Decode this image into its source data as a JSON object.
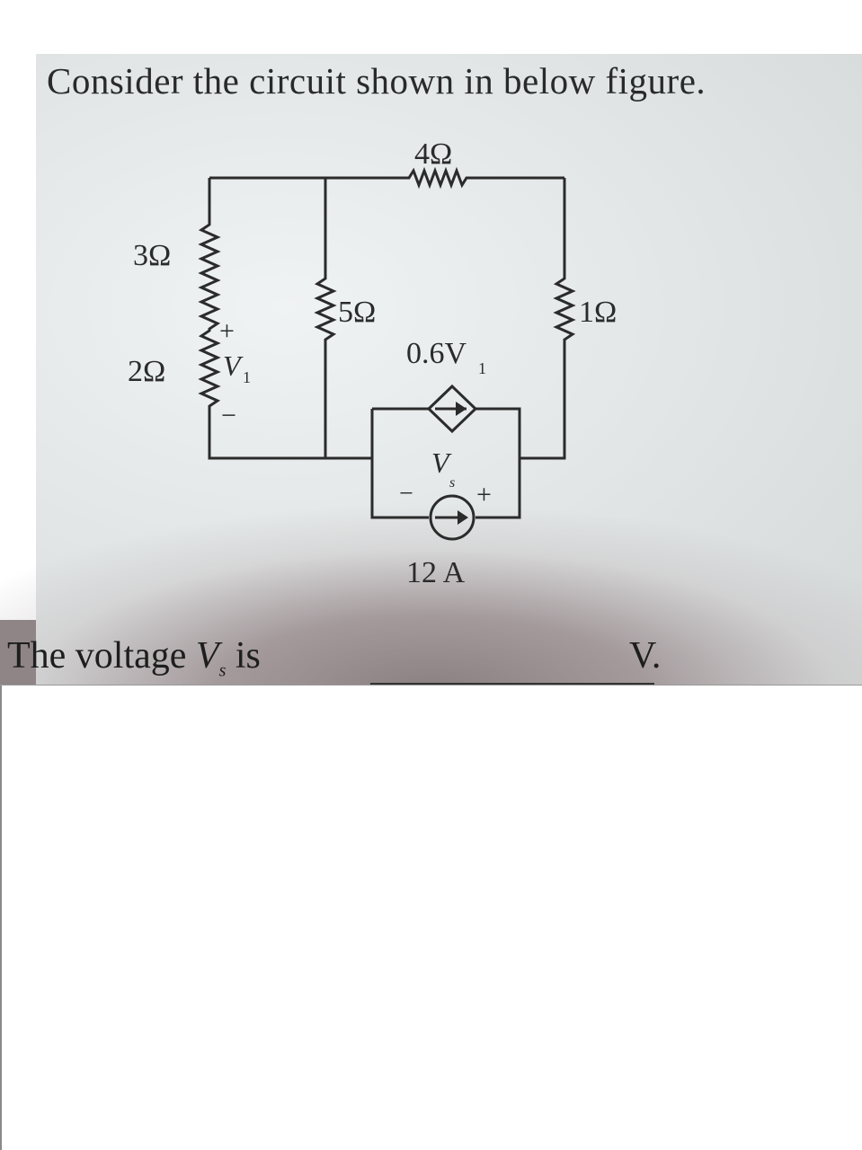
{
  "question": "Consider the circuit shown in below figure.",
  "circuit": {
    "r_top": "4Ω",
    "r_left_upper": "3Ω",
    "r_left_lower": "2Ω",
    "r_middle": "5Ω",
    "r_right": "1Ω",
    "v1_plus": "+",
    "v1_label": "V",
    "v1_sub": "1",
    "v1_minus": "−",
    "dep_source_coeff": "0.6V",
    "dep_source_sub": "1",
    "vs_label": "V",
    "vs_sub": "s",
    "vs_minus": "−",
    "vs_plus": "+",
    "current_source": "12 A"
  },
  "answer": {
    "prefix": "The voltage ",
    "var": "V",
    "var_sub": "s",
    "suffix": " is",
    "unit": "V."
  }
}
